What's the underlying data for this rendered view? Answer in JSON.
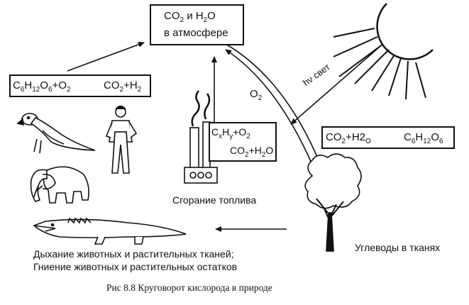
{
  "atmosphere": {
    "line1_a": "CO",
    "line1_sub": "2",
    "line1_b": " и H",
    "line1_sub2": "2",
    "line1_c": "O",
    "line2": "в атмосфере"
  },
  "respiration_eq": {
    "a": "C",
    "s1": "6",
    "b": "H",
    "s2": "12",
    "c": "O",
    "s3": "6",
    "d": "+O",
    "s4": "2",
    "e": "CO",
    "s5": "2",
    "f": "+H",
    "s6": "2"
  },
  "combustion_eq": {
    "a": "C",
    "sx": "x",
    "b": "H",
    "sy": "y",
    "c": "+O",
    "s2": "2",
    "d": "CO",
    "s3": "2",
    "e": "+H",
    "s4": "2",
    "f": "O"
  },
  "photosynthesis_eq": {
    "a": "CO",
    "s1": "2",
    "b": "+H2",
    "s2": "O",
    "c": "C",
    "s3": "6",
    "d": "H",
    "s4": "12",
    "e": "O",
    "s5": "6"
  },
  "labels": {
    "o2_a": "O",
    "o2_sub": "2",
    "light": "hν свет",
    "fuel": "Сгорание топлива",
    "carbs": "Углеводы в тканях",
    "resp_line1": "Дыхание животных и растительных тканей;",
    "resp_line2": "Гниение животных и растительных остатков",
    "caption": "Рис  8.8  Круговорот кислорода в природе"
  },
  "icons": [
    "sun-icon",
    "parrot-icon",
    "man-icon",
    "elephant-icon",
    "crocodile-icon",
    "tree-icon",
    "factory-icon"
  ]
}
